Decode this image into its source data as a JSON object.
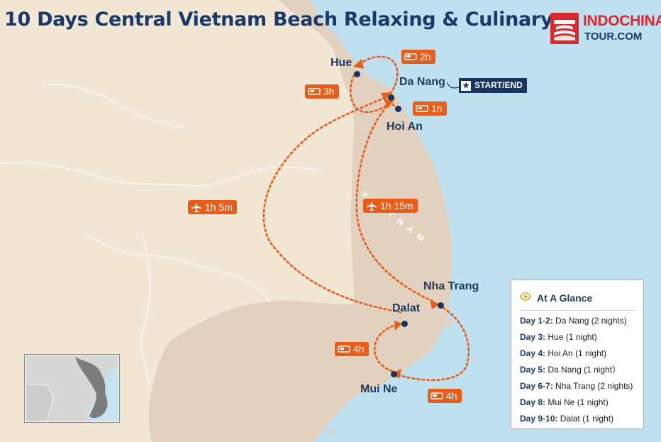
{
  "title": "10 Days Central Vietnam Beach Relaxing & Culinary",
  "brand": {
    "name": "INDOCHINA",
    "sub": "TOUR.COM",
    "color": "#d9282e"
  },
  "country_label": "VIETNAM",
  "start_end_label": "START/END",
  "cities": {
    "hue": "Hue",
    "da_nang": "Da Nang",
    "hoi_an": "Hoi An",
    "nha_trang": "Nha Trang",
    "dalat": "Dalat",
    "mui_ne": "Mui Ne"
  },
  "transfers": [
    {
      "id": "hue_to_danang",
      "mode": "car-icon",
      "label": "2h"
    },
    {
      "id": "danang_to_hue",
      "mode": "car-icon",
      "label": "3h"
    },
    {
      "id": "danang_to_hoian",
      "mode": "car-icon",
      "label": "1h"
    },
    {
      "id": "dalat_to_danang_flight",
      "mode": "plane-icon",
      "label": "1h 5m"
    },
    {
      "id": "danang_to_nhatrang_flight",
      "mode": "plane-icon",
      "label": "1h 15m"
    },
    {
      "id": "muine_to_dalat",
      "mode": "car-icon",
      "label": "4h"
    },
    {
      "id": "nhatrang_to_muine",
      "mode": "car-icon",
      "label": "4h"
    }
  ],
  "glance": {
    "title": "At A Glance",
    "icon": "eye-icon",
    "items": [
      {
        "day": "Day 1-2:",
        "place": "Da Nang (2 nights)"
      },
      {
        "day": "Day 3:",
        "place": "Hue (1 night)"
      },
      {
        "day": "Day 4:",
        "place": "Hoi An (1 night)"
      },
      {
        "day": "Day 5:",
        "place": "Da Nang (1 night）"
      },
      {
        "day": "Day 6-7:",
        "place": "Nha Trang (2 nights)"
      },
      {
        "day": "Day 8:",
        "place": "Mui Ne (1 night)"
      },
      {
        "day": "Day 9-10:",
        "place": "Dalat (1 night)"
      }
    ]
  },
  "colors": {
    "sea": "#bfe0ef",
    "land": "#f2e6d4",
    "vietnam": "#e3d1bf",
    "route": "#e85d1a",
    "navy": "#17355e"
  }
}
